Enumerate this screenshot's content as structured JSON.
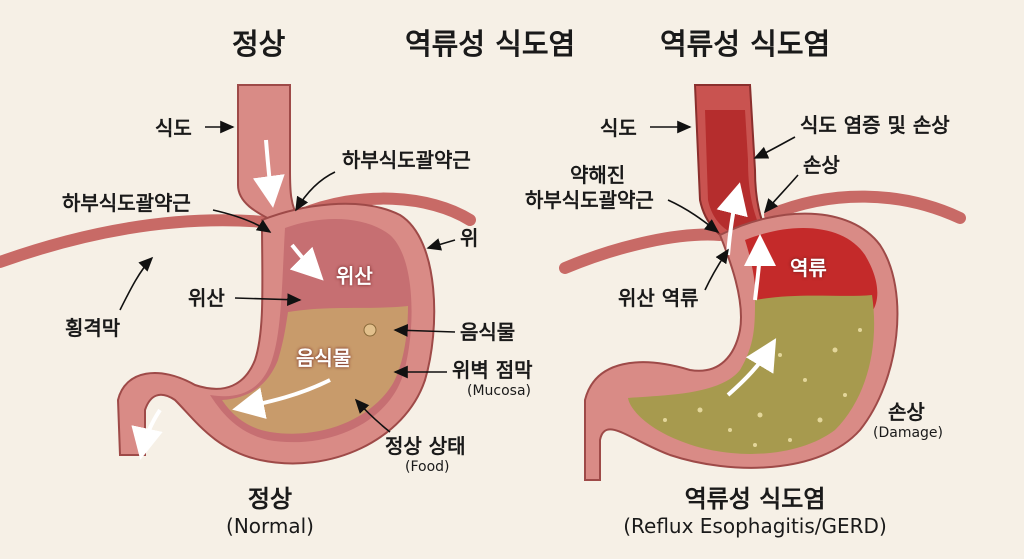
{
  "titles": {
    "normal": "정상",
    "gerd_center": "역류성 식도염",
    "gerd_right": "역류성 식도염"
  },
  "normal_labels": {
    "esophagus": "식도",
    "les_right": "하부식도괄약근",
    "les_left": "하부식도괄약근",
    "stomach": "위",
    "diaphragm": "횡격막",
    "acid_left": "위산",
    "acid_inside": "위산",
    "food_right": "음식물",
    "food_inside": "음식물",
    "mucosa": "위벽 점막",
    "mucosa_en": "(Mucosa)",
    "normal_state": "정상 상태",
    "normal_state_en": "(Food)"
  },
  "gerd_labels": {
    "esophagus": "식도",
    "inflammation": "식도 염증 및 손상",
    "damage_top": "손상",
    "weak_les_line1": "약해진",
    "weak_les_line2": "하부식도괄약근",
    "reflux_inside": "역류",
    "acid_reflux": "위산 역류",
    "damage_bottom": "손상",
    "damage_en": "(Damage)"
  },
  "captions": {
    "normal_main": "정상",
    "normal_sub": "(Normal)",
    "gerd_main": "역류성 식도염",
    "gerd_sub": "(Reflux Esophagitis/GERD)"
  },
  "colors": {
    "background": "#f6f0e6",
    "tissue": "#d98b86",
    "tissue_dark": "#b85e5b",
    "interior": "#c66f72",
    "food": "#c8a06a",
    "inflamed": "#c42a2a",
    "gerd_contents": "#a79a4e"
  }
}
